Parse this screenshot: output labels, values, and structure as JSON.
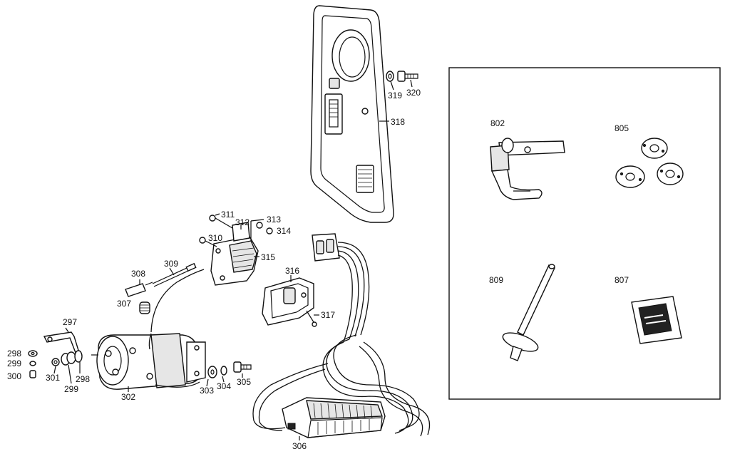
{
  "parts": {
    "p297": "297",
    "p298a": "298",
    "p298b": "298",
    "p299a": "299",
    "p299b": "299",
    "p300": "300",
    "p301": "301",
    "p302": "302",
    "p303": "303",
    "p304": "304",
    "p305": "305",
    "p306": "306",
    "p307": "307",
    "p308": "308",
    "p309": "309",
    "p310": "310",
    "p311": "311",
    "p312": "312",
    "p313": "313",
    "p314": "314",
    "p315": "315",
    "p316": "316",
    "p317": "317",
    "p318": "318",
    "p319": "319",
    "p320": "320"
  },
  "accessories": {
    "p802": "802",
    "p805": "805",
    "p807": "807",
    "p809": "809"
  }
}
